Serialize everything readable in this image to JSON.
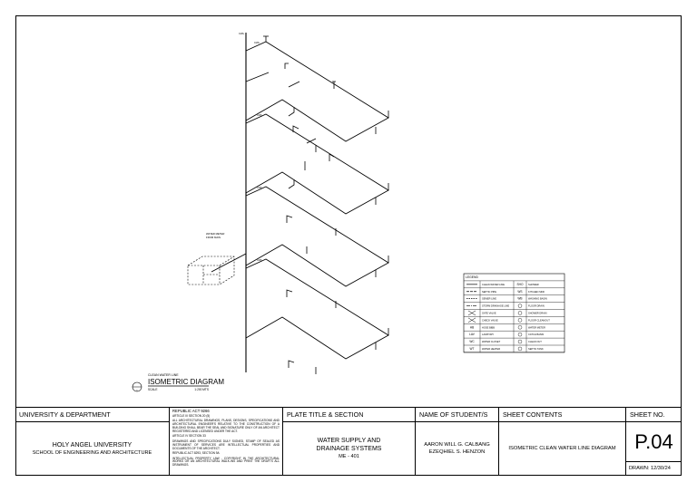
{
  "drawing": {
    "caption_small": "CLEAN WATER LINE",
    "caption_title": "ISOMETRIC DIAGRAM",
    "caption_scale_label": "SCALE",
    "caption_scale": "1:200 MTS",
    "caption_ref": "1"
  },
  "legend": {
    "title": "LEGEND",
    "rows": [
      {
        "sym": "",
        "desc": "CLEAN WATER LINE",
        "sym2": "SHO",
        "desc2": "SHOWER"
      },
      {
        "sym": "",
        "desc": "SEPTIC PIPE",
        "sym2": "WS",
        "desc2": "KITCHEN SINK"
      },
      {
        "sym": "",
        "desc": "SEWER LINE",
        "sym2": "WB",
        "desc2": "WASHING BASIN"
      },
      {
        "sym": "",
        "desc": "STORM DRAINAGE LINE",
        "sym2": "",
        "desc2": "FLOOR DRAIN"
      },
      {
        "sym": "",
        "desc": "GATE VALVE",
        "sym2": "",
        "desc2": "SHOWER DRAIN"
      },
      {
        "sym": "",
        "desc": "CHECK VALVE",
        "sym2": "",
        "desc2": "FLOOR CLEANOUT"
      },
      {
        "sym": "HB",
        "desc": "HOSE BIBB",
        "sym2": "",
        "desc2": "WATER METER"
      },
      {
        "sym": "LAV",
        "desc": "LAVATORY",
        "sym2": "",
        "desc2": "CATCH BASIN"
      },
      {
        "sym": "WC",
        "desc": "WATER CLOSET",
        "sym2": "",
        "desc2": "CLEAN OUT"
      },
      {
        "sym": "WT",
        "desc": "WATER HEATER",
        "sym2": "",
        "desc2": "SEPTIC TANK"
      }
    ]
  },
  "title_block": {
    "university_header": "UNIVERSITY & DEPARTMENT",
    "university_name": "HOLY ANGEL UNIVERSITY",
    "school_name": "SCHOOL OF ENGINEERING AND ARCHITECTURE",
    "law_title": "REPUBLIC ACT 9266",
    "law_paragraphs": [
      "ARTICLE III SECTION 20 (5)",
      "ALL ARCHITECTURAL DRAWINGS, PLANS, DESIGNS, SPECIFICATIONS AND ARCHITECTURAL ENGINEER'S RELATIVE TO THE CONSTRUCTION OF A BUILDING SHALL BEAR THE SEAL AND SIGNATURE ONLY OF AN ARCHITECT REGISTERED AND LICENSED UNDER THE ACT.",
      "ARTICLE IV SECTION 33",
      "DRAWINGS AND SPECIFICATIONS DULY SIGNED, STAMP OF SEALED AS INSTRUMENT OF SERVICES ARE INTELLECTUAL PROPERTIES AND DOCUMENTS OF THE ARCHITECT.",
      "REPUBLIC ACT 8293, SECTION 9A",
      "INTELLECTUAL PROPERTY LAW - COPYRIGHT IN THE ARCHITECTURAL WORKS OR AN ARCHITECTURAL WALK-INS AND PRINT THE DRAFTS ALL DRAWINGS."
    ],
    "plate_header": "PLATE TITLE & SECTION",
    "plate_title_1": "WATER SUPPLY AND",
    "plate_title_2": "DRAINAGE SYSTEMS",
    "plate_code": "ME - 401",
    "students_header": "NAME OF STUDENT/S",
    "student_1": "AARON WILL G. CALBANG",
    "student_2": "EZEQHIEL S. HENZON",
    "contents_header": "SHEET CONTENTS",
    "contents": "ISOMETRIC CLEAN WATER LINE DIAGRAM",
    "sheet_header": "SHEET NO.",
    "sheet_no": "P.04",
    "drawn": "DRAWN: 12/30/24"
  }
}
